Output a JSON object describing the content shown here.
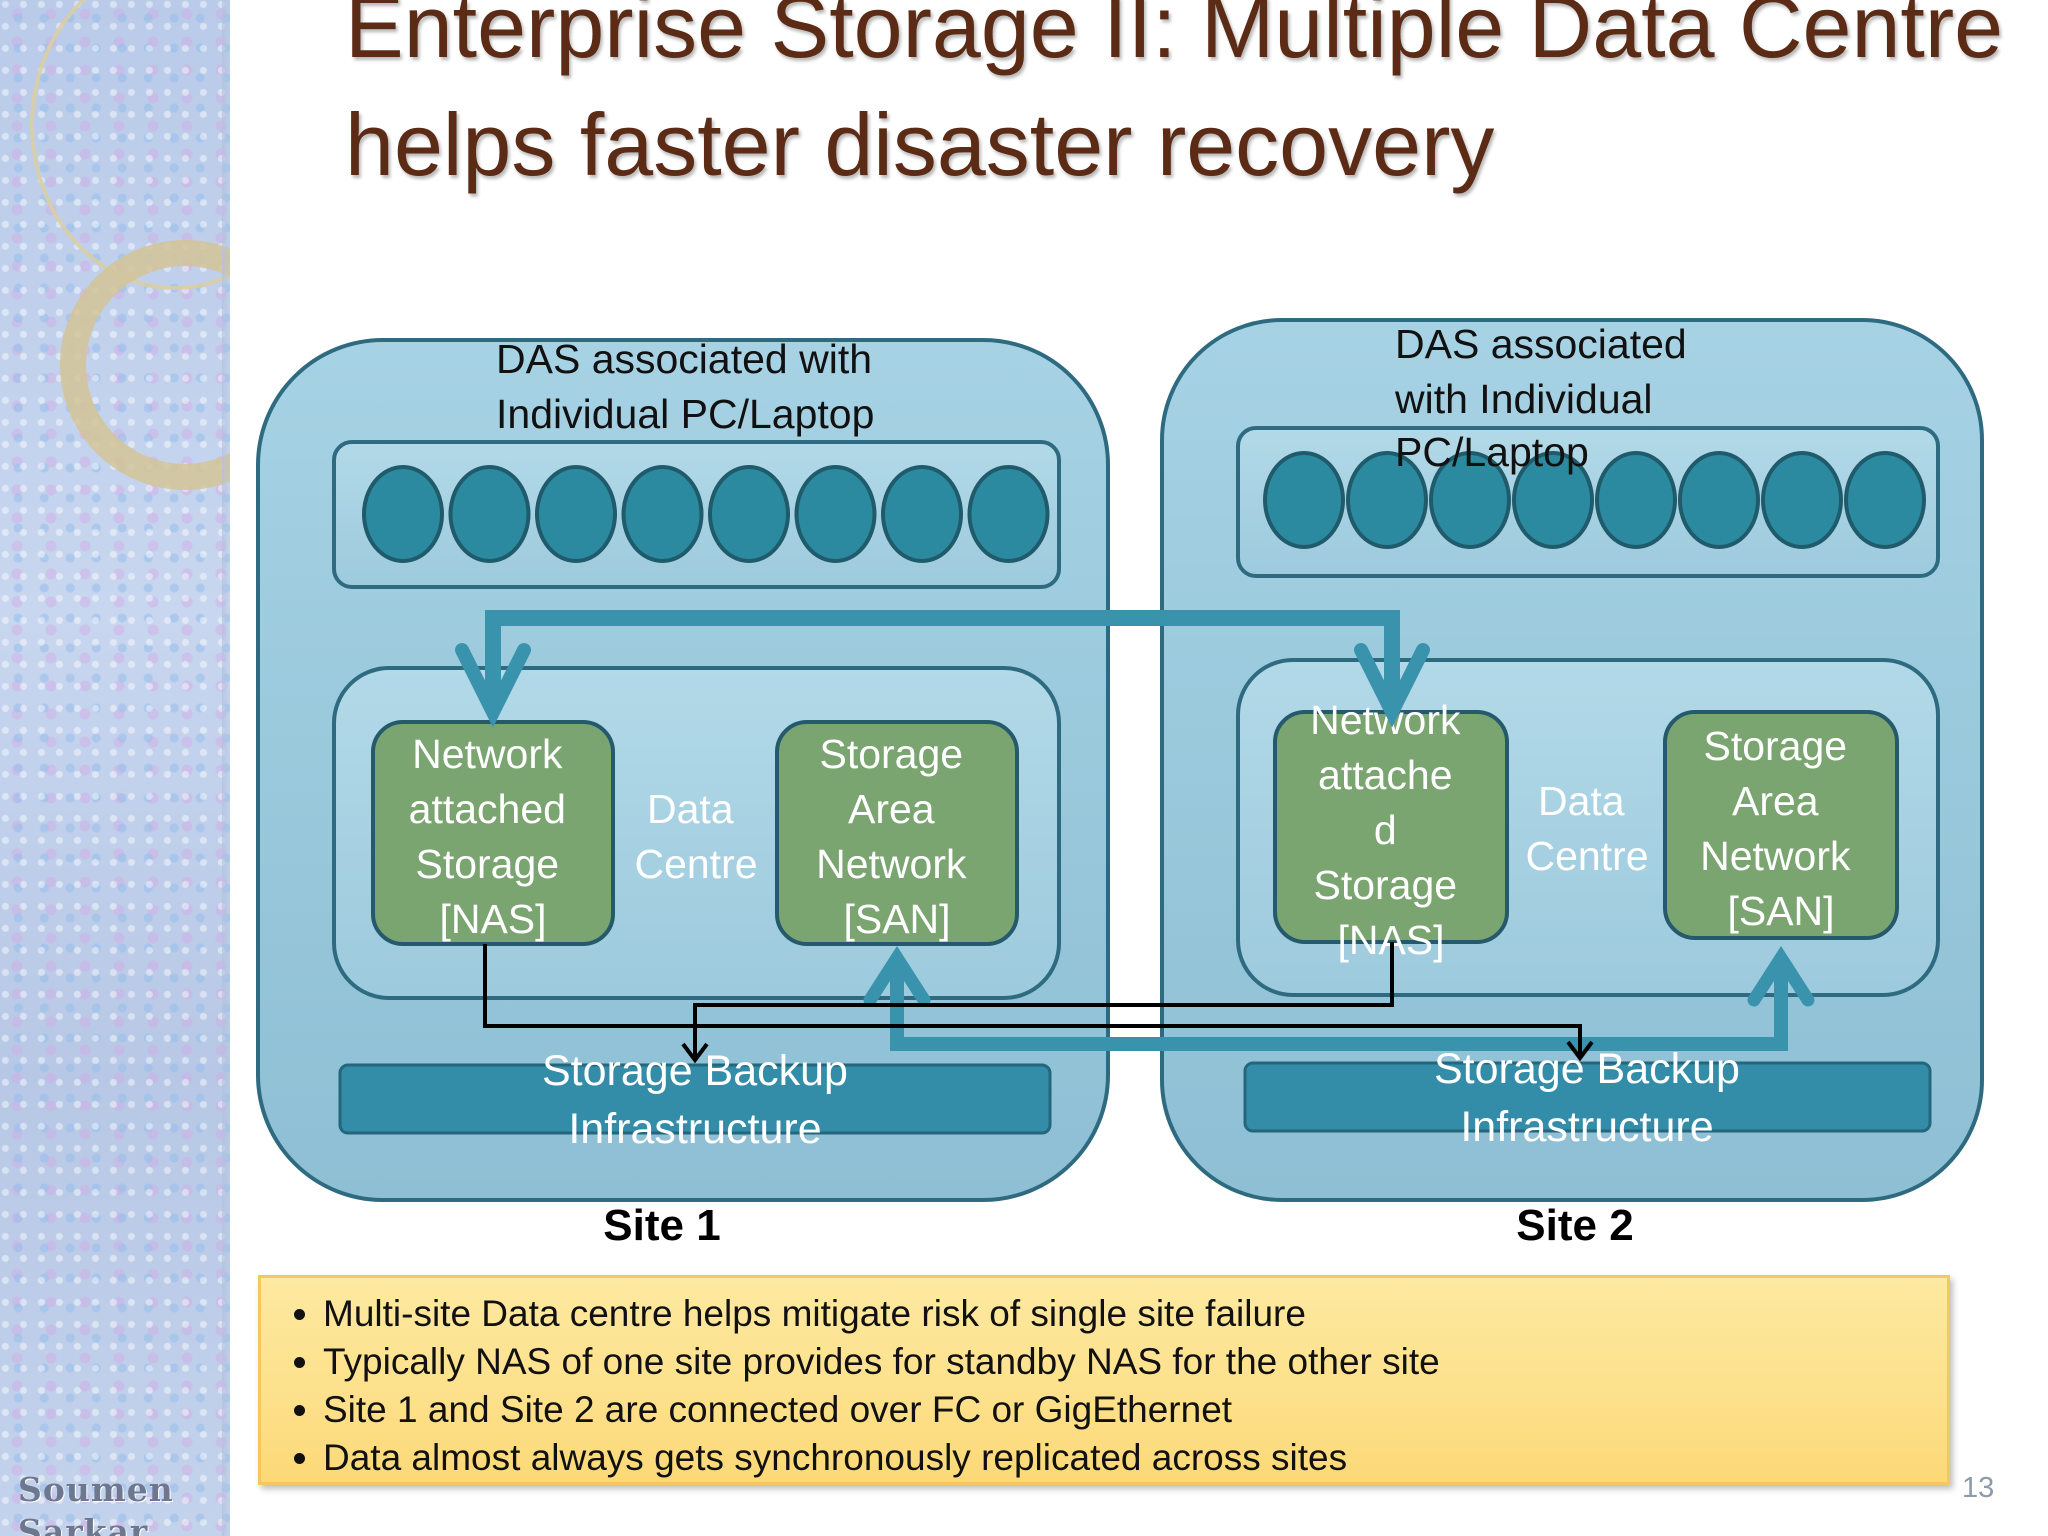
{
  "title": "Enterprise Storage II: Multiple Data Centre helps faster disaster recovery",
  "author": [
    "Soumen",
    "Sarkar"
  ],
  "sites": [
    {
      "label": "Site 1",
      "das": [
        "DAS associated with",
        "Individual PC/Laptop"
      ],
      "nas": [
        "Network",
        "attached",
        "Storage",
        "[NAS]"
      ],
      "data_centre": [
        "Data",
        "Centre"
      ],
      "san": [
        "Storage",
        "Area",
        "Network",
        "[SAN]"
      ],
      "backup": [
        "Storage Backup",
        "Infrastructure"
      ]
    },
    {
      "label": "Site 2",
      "das": [
        "DAS associated",
        "with Individual",
        "PC/Laptop"
      ],
      "nas": [
        "Network",
        "attache",
        "d",
        "Storage",
        "[NAS]"
      ],
      "data_centre": [
        "Data",
        "Centre"
      ],
      "san": [
        "Storage",
        "Area",
        "Network",
        "[SAN]"
      ],
      "backup": [
        "Storage Backup",
        "Infrastructure"
      ]
    }
  ],
  "bullets": [
    "Multi-site Data centre helps mitigate risk of single site failure",
    "Typically NAS of one site provides for standby NAS for the other site",
    "Site 1 and Site 2 are connected over FC or GigEthernet",
    "Data almost always gets synchronously replicated across sites"
  ],
  "page_number": "13",
  "colors": {
    "site_fill": "#9ccbde",
    "site_border": "#2f6b80",
    "das_disk": "#2c8aa0",
    "green_box": "#7aa470",
    "backup_bar": "#338da8",
    "accent_arrow": "#3a93ad",
    "title": "#5c2b16",
    "bullet_bg": "#fde08a"
  }
}
